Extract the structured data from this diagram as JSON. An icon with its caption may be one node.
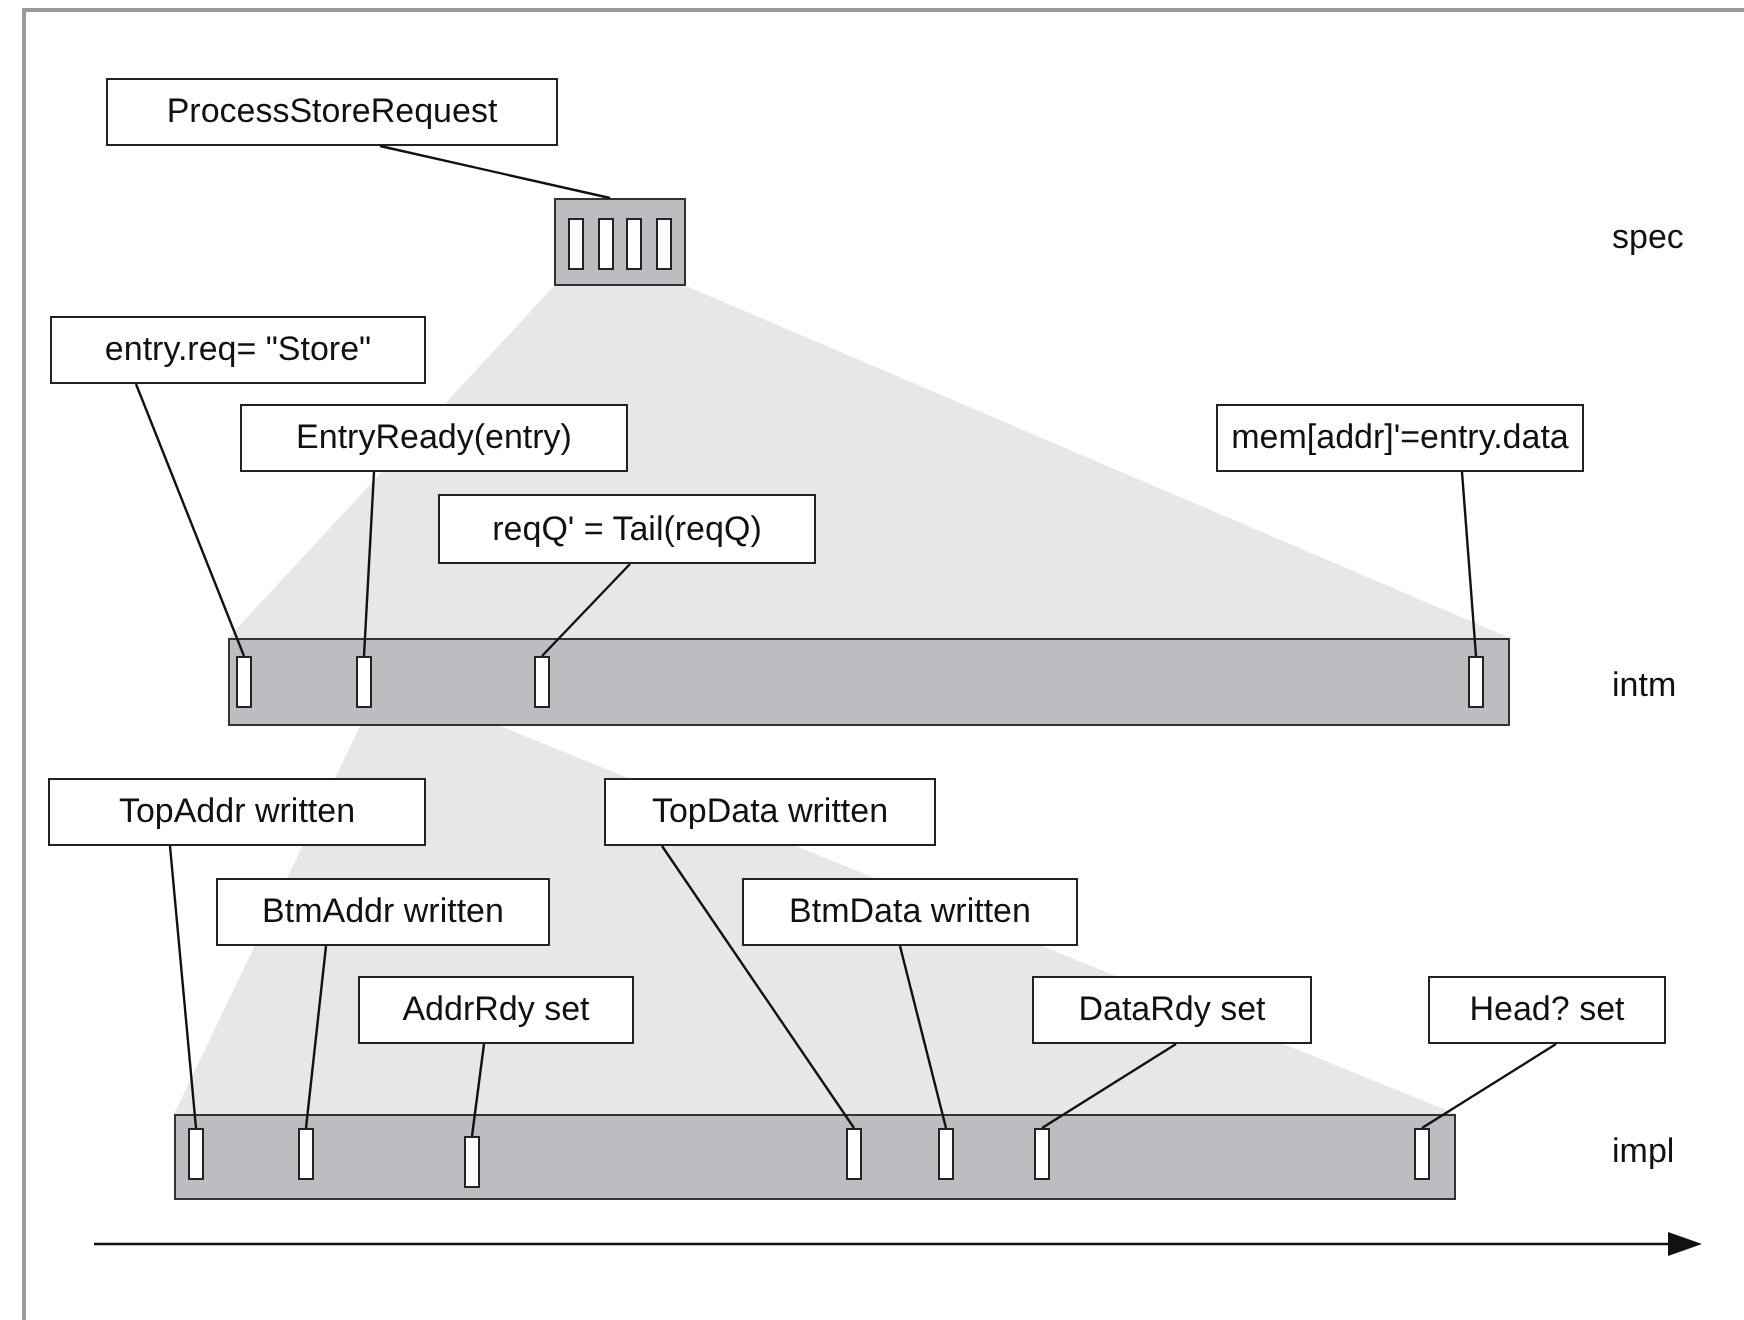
{
  "diagram": {
    "nodes": [
      {
        "text": [
          "ProcessStoreRequest"
        ]
      },
      {
        "text": [],
        "shape": "box"
      },
      {
        "text": [],
        "shape": "box",
        "in": 1
      },
      {
        "text": [],
        "shape": "box",
        "in": 1
      },
      {
        "text": [],
        "shape": "box",
        "in": 1
      },
      {
        "text": [],
        "shape": "box",
        "in": 1
      },
      {
        "text": [
          "entry.req= \"Store\""
        ]
      },
      {
        "text": [
          "EntryReady(entry)"
        ]
      },
      {
        "text": [
          "reqQ' = Tail(reqQ)"
        ]
      },
      {
        "text": [
          "mem[addr]'=entry.data"
        ]
      },
      {
        "text": [],
        "shape": "box"
      },
      {
        "text": [],
        "shape": "box",
        "in": 10
      },
      {
        "text": [],
        "shape": "box",
        "in": 10
      },
      {
        "text": [],
        "shape": "box",
        "in": 10
      },
      {
        "text": [],
        "shape": "box",
        "in": 10
      },
      {
        "text": [
          "TopAddr written"
        ]
      },
      {
        "text": [
          "BtmAddr written"
        ]
      },
      {
        "text": [
          "AddrRdy set"
        ]
      },
      {
        "text": [
          "TopData written"
        ]
      },
      {
        "text": [
          "BtmData written"
        ]
      },
      {
        "text": [
          "DataRdy set"
        ]
      },
      {
        "text": [
          "Head? set"
        ]
      },
      {
        "text": [],
        "shape": "box"
      },
      {
        "text": [],
        "shape": "box",
        "in": 22
      },
      {
        "text": [],
        "shape": "box",
        "in": 22
      },
      {
        "text": [],
        "shape": "box",
        "in": 22
      },
      {
        "text": [],
        "shape": "box",
        "in": 22
      },
      {
        "text": [],
        "shape": "box",
        "in": 22
      },
      {
        "text": [],
        "shape": "box",
        "in": 22
      },
      {
        "text": [],
        "shape": "box",
        "in": 22
      }
    ],
    "edges": [
      {
        "from": 0,
        "to": 1,
        "arrow": "none"
      },
      {
        "from": 6,
        "to": 11,
        "arrow": "none"
      },
      {
        "from": 7,
        "to": 12,
        "arrow": "none"
      },
      {
        "from": 8,
        "to": 13,
        "arrow": "none"
      },
      {
        "from": 9,
        "to": 14,
        "arrow": "none"
      },
      {
        "from": 15,
        "to": 23,
        "arrow": "none"
      },
      {
        "from": 16,
        "to": 24,
        "arrow": "none"
      },
      {
        "from": 17,
        "to": 25,
        "arrow": "none"
      },
      {
        "from": 18,
        "to": 26,
        "arrow": "none"
      },
      {
        "from": 19,
        "to": 27,
        "arrow": "none"
      },
      {
        "from": 20,
        "to": 28,
        "arrow": "none"
      },
      {
        "from": 21,
        "to": 29,
        "arrow": "none"
      }
    ],
    "labels": [
      "spec",
      "intm",
      "impl"
    ]
  }
}
